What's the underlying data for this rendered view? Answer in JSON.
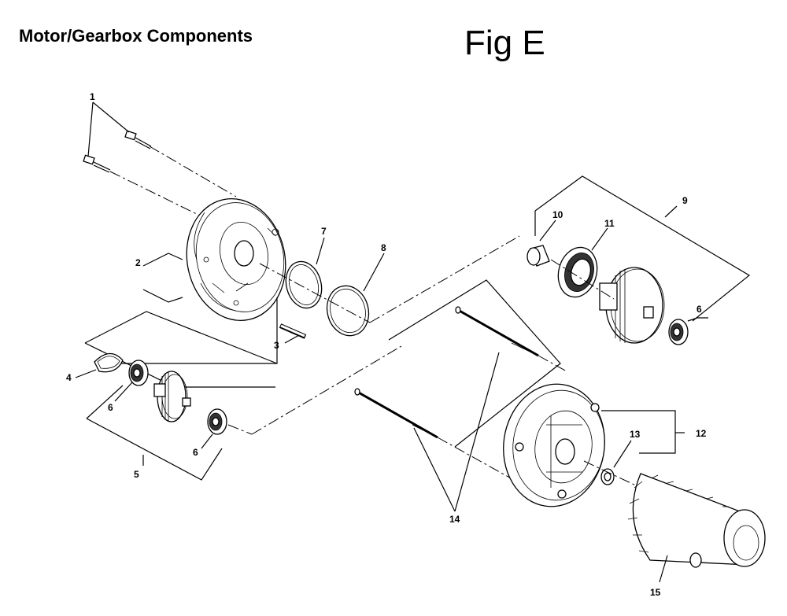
{
  "header": {
    "title": "Motor/Gearbox Components",
    "figure": "Fig E"
  },
  "callouts": {
    "c1": "1",
    "c2": "2",
    "c3": "3",
    "c4": "4",
    "c5": "5",
    "c6a": "6",
    "c6b": "6",
    "c6c": "6",
    "c7": "7",
    "c8": "8",
    "c9": "9",
    "c10": "10",
    "c11": "11",
    "c12": "12",
    "c13": "13",
    "c14": "14",
    "c15": "15"
  }
}
